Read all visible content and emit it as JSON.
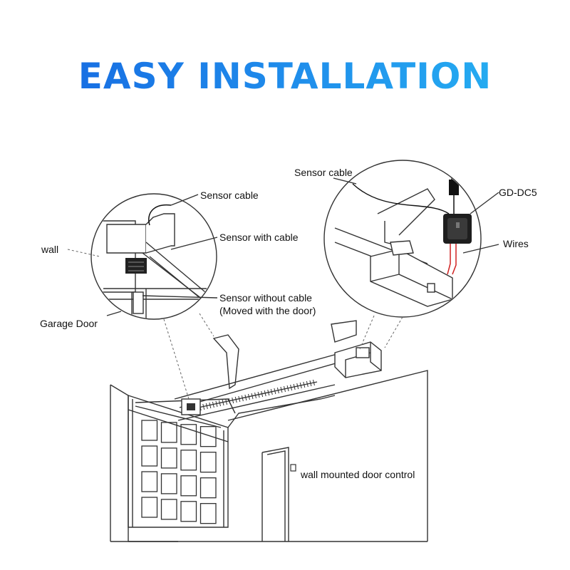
{
  "title": "EASY INSTALLATION",
  "labels": {
    "sensor_cable_left": "Sensor cable",
    "sensor_with_cable": "Sensor with cable",
    "wall": "wall",
    "sensor_without_cable_1": "Sensor without cable",
    "sensor_without_cable_2": "(Moved with the door)",
    "garage_door": "Garage Door",
    "sensor_cable_right": "Sensor cable",
    "device": "GD-DC5",
    "wires": "Wires",
    "wall_control": "wall mounted door control"
  },
  "colors": {
    "title_start": "#1565e0",
    "title_end": "#27b6f3",
    "wire_red": "#d02020"
  }
}
